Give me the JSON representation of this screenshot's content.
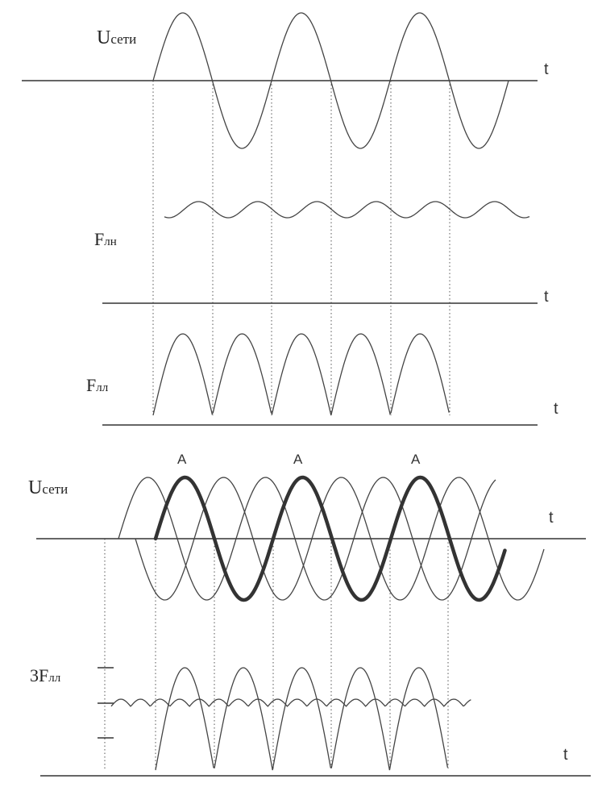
{
  "labels": {
    "u_top": {
      "main": "U",
      "sub": "сети"
    },
    "f_li": {
      "main": "F",
      "sub": "лн"
    },
    "f_ll": {
      "main": "F",
      "sub": "лл"
    },
    "u_bottom": {
      "main": "U",
      "sub": "сети"
    },
    "f3_ll": {
      "main": "3F",
      "sub": "лл"
    },
    "t": "t",
    "phase_a": "A"
  },
  "colors": {
    "ink": "#333333",
    "paper": "#ffffff"
  }
}
